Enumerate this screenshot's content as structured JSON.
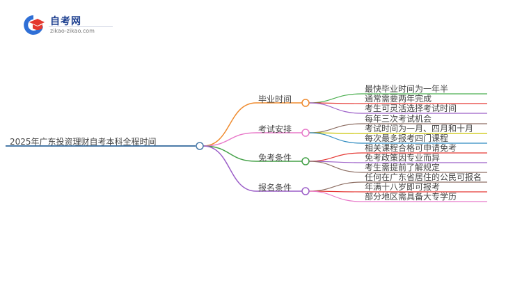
{
  "logo": {
    "name": "自考网",
    "url": "zikao-zikao.com",
    "colors": {
      "blue": "#2f6fd6",
      "red": "#e4382e",
      "navy": "#1d3f8f"
    }
  },
  "mindmap": {
    "root": {
      "label": "2025年广东投资理财自考本科全程时间",
      "color": "#4a7aa8"
    },
    "branches": [
      {
        "label": "毕业时间",
        "color": "#ef8a2d",
        "children": [
          {
            "label": "最快毕业时间为一年半",
            "color": "#4caf50"
          },
          {
            "label": "通常需要两年完成",
            "color": "#e53935"
          },
          {
            "label": "考生可灵活选择考试时间",
            "color": "#9c5fc8"
          }
        ]
      },
      {
        "label": "考试安排",
        "color": "#e879c9",
        "children": [
          {
            "label": "每年三次考试机会",
            "color": "#8d6e63"
          },
          {
            "label": "考试时间为一月、四月和十月",
            "color": "#c9c400"
          },
          {
            "label": "每次最多报考四门课程",
            "color": "#2e8bc0"
          }
        ]
      },
      {
        "label": "免考条件",
        "color": "#43a047",
        "children": [
          {
            "label": "相关课程合格可申请免考",
            "color": "#e53935"
          },
          {
            "label": "免考政策因专业而异",
            "color": "#9c5fc8"
          },
          {
            "label": "考生需提前了解规定",
            "color": "#8d6e63"
          }
        ]
      },
      {
        "label": "报名条件",
        "color": "#9c5fc8",
        "children": [
          {
            "label": "任何在广东省居住的公民可报名",
            "color": "#8d6e63"
          },
          {
            "label": "年满十八岁即可报考",
            "color": "#e53935"
          },
          {
            "label": "部分地区需具备大专学历",
            "color": "#e879c9"
          }
        ]
      }
    ]
  }
}
